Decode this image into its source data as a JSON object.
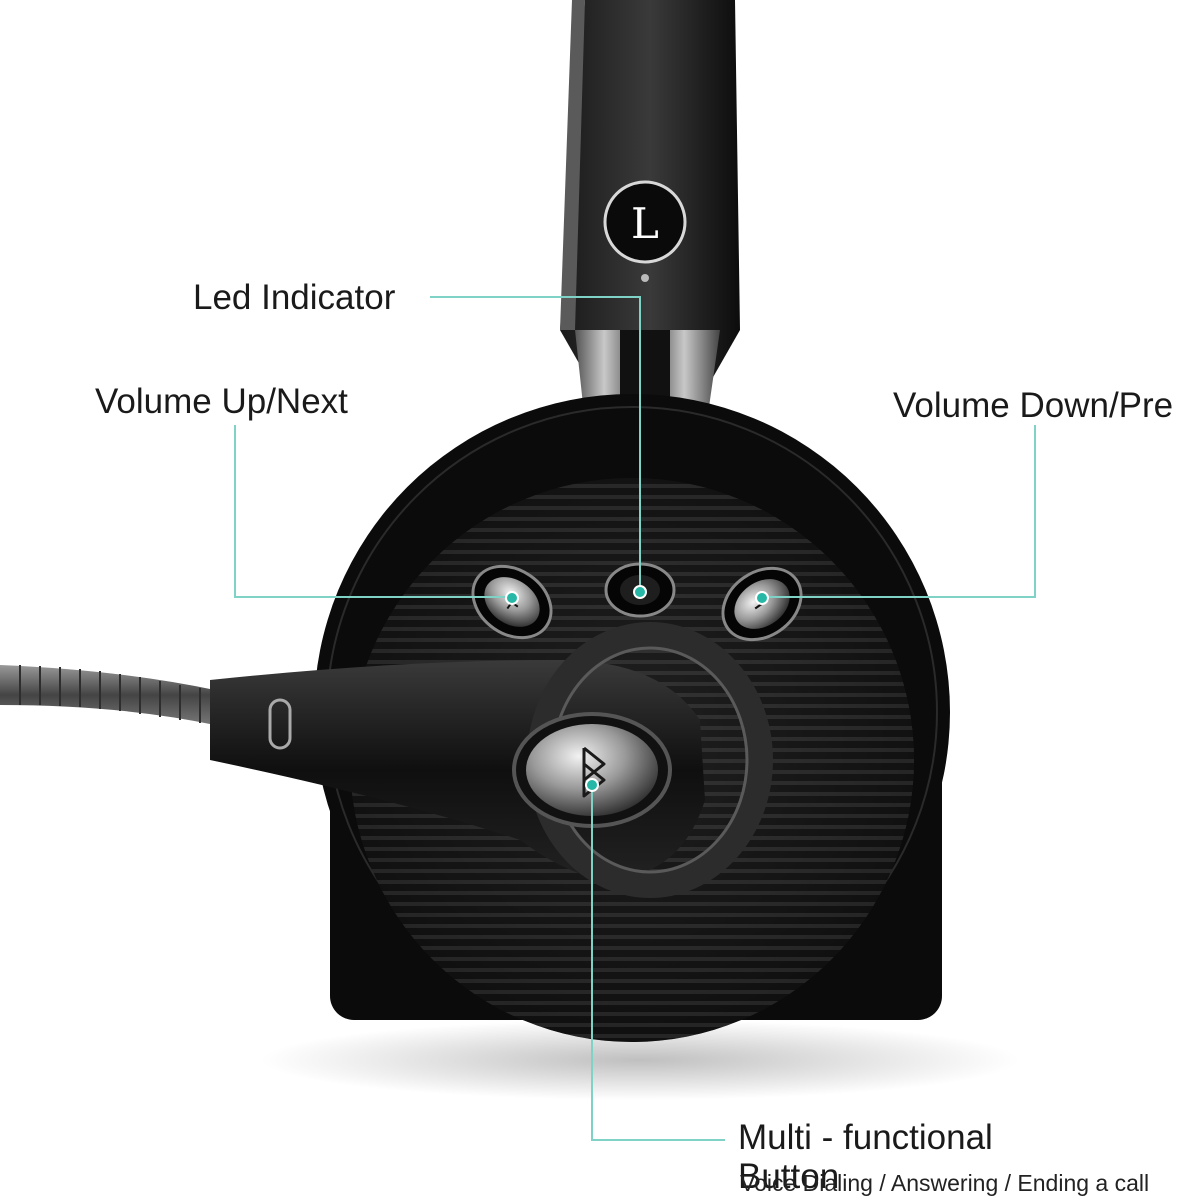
{
  "callouts": {
    "led_indicator": "Led Indicator",
    "volume_up_next": "Volume Up/Next",
    "volume_down_pre": "Volume Down/Pre",
    "multi_functional_line1": "Multi - functional",
    "multi_functional_line2": "Button",
    "multi_functional_desc": "Voice Dialing / Answering / Ending a call"
  },
  "headband_mark": "L",
  "colors": {
    "leader_line": "#7fd3c6",
    "indicator_dot": "#26b7a6",
    "body": "#111111",
    "metal": "#8a8a8a"
  },
  "icons": [
    "bluetooth-icon",
    "plus-icon",
    "minus-icon",
    "led-icon"
  ]
}
